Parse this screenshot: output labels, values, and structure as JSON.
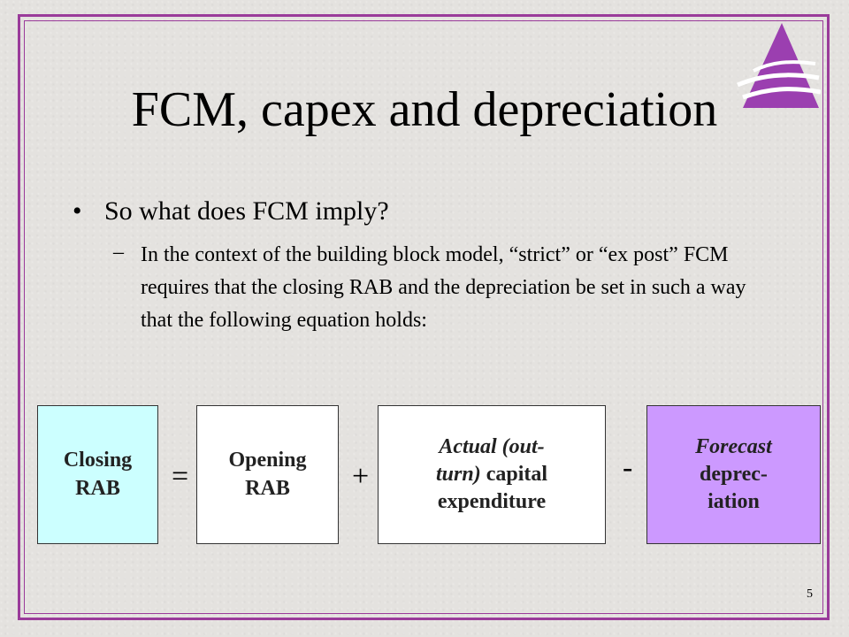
{
  "slide": {
    "title": "FCM, capex and depreciation",
    "bullet": "So what does FCM imply?",
    "sub_bullet_marker": "–",
    "sub_bullet": "In the context of the building block model, “strict” or “ex post” FCM requires that the closing RAB and the depreciation be set in such a way that the following equation holds:",
    "equation": {
      "closing_rab": {
        "line1": "Closing",
        "line2": "RAB"
      },
      "equals": "=",
      "opening_rab": {
        "line1": "Opening",
        "line2": "RAB"
      },
      "plus": "+",
      "capex": {
        "line1": "Actual (out-",
        "line2_italic": "turn)",
        "line2_rest": " capital",
        "line3": "expenditure"
      },
      "minus": "-",
      "depreciation": {
        "line1": "Forecast",
        "line2": "deprec-",
        "line3": "iation"
      }
    },
    "page_number": "5",
    "colors": {
      "frame": "#9a3b9a",
      "closing_box": "#ccffff",
      "depreciation_box": "#cc99ff",
      "background": "#e4e2df"
    }
  }
}
